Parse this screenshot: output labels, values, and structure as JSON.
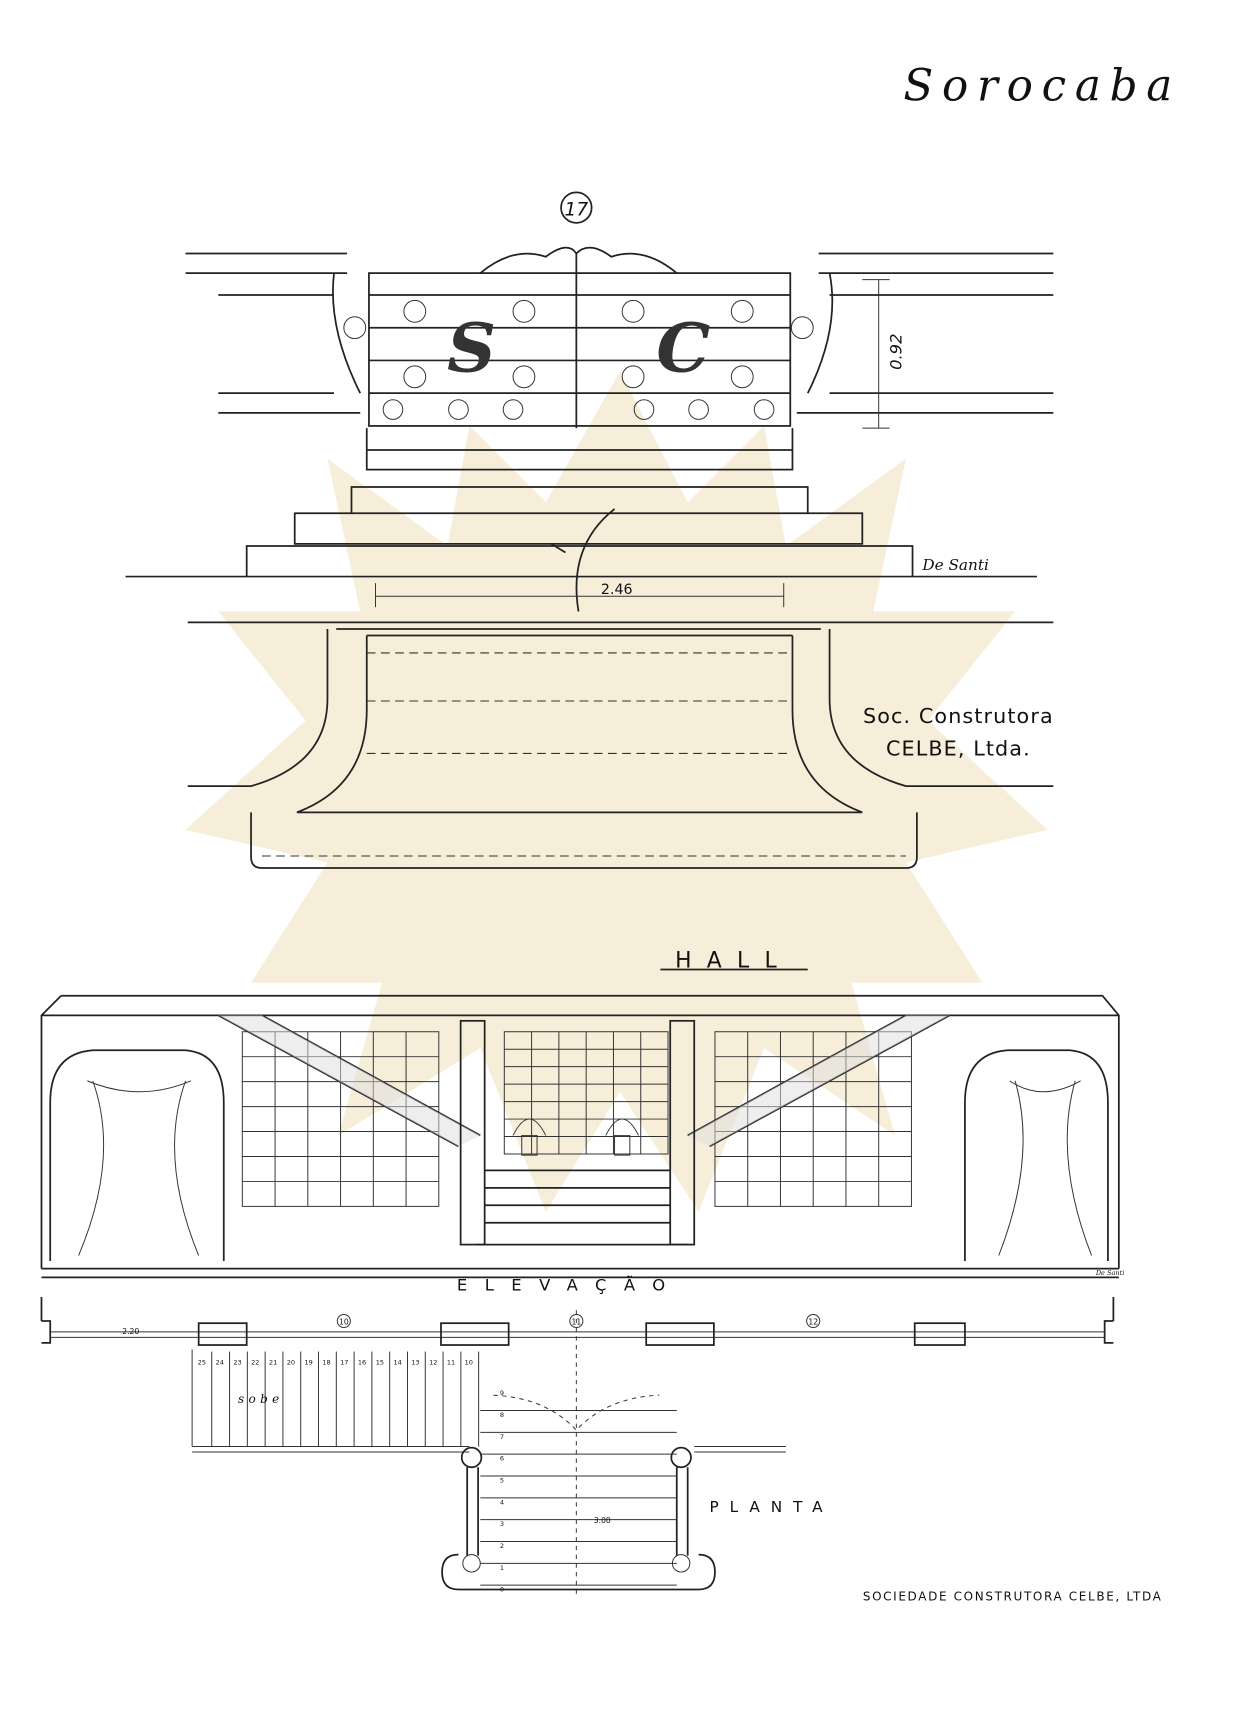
{
  "page": {
    "city_title": "Sorocaba",
    "plate_number": "17"
  },
  "gate_drawing": {
    "monogram_left": "S",
    "monogram_right": "C",
    "height_dimension": "0.92",
    "width_dimension": "2.46",
    "signature": "De Santi",
    "builder_line1": "Soc. Construtora",
    "builder_line2": "CELBE, Ltda."
  },
  "hall_drawing": {
    "title": "HALL",
    "elevation_label": "ELEVAÇÃO",
    "signature": "De Santi",
    "plan_label": "PLANTA",
    "axis_labels": [
      "10",
      "11",
      "12"
    ],
    "dimension_left": "2.20",
    "stair_direction": "sobe",
    "stair_width": "3.00",
    "upper_steps": [
      "25",
      "24",
      "23",
      "22",
      "21",
      "20",
      "19",
      "18",
      "17",
      "16",
      "15",
      "14",
      "13",
      "12",
      "11",
      "10"
    ],
    "lower_steps": [
      "9",
      "8",
      "7",
      "6",
      "5",
      "4",
      "3",
      "2",
      "1",
      "0"
    ]
  },
  "footer": {
    "credit": "SOCIEDADE CONSTRUTORA CELBE, LTDA"
  },
  "colors": {
    "ink": "#222222",
    "watermark": "#f3e6c8",
    "paper": "#ffffff"
  }
}
